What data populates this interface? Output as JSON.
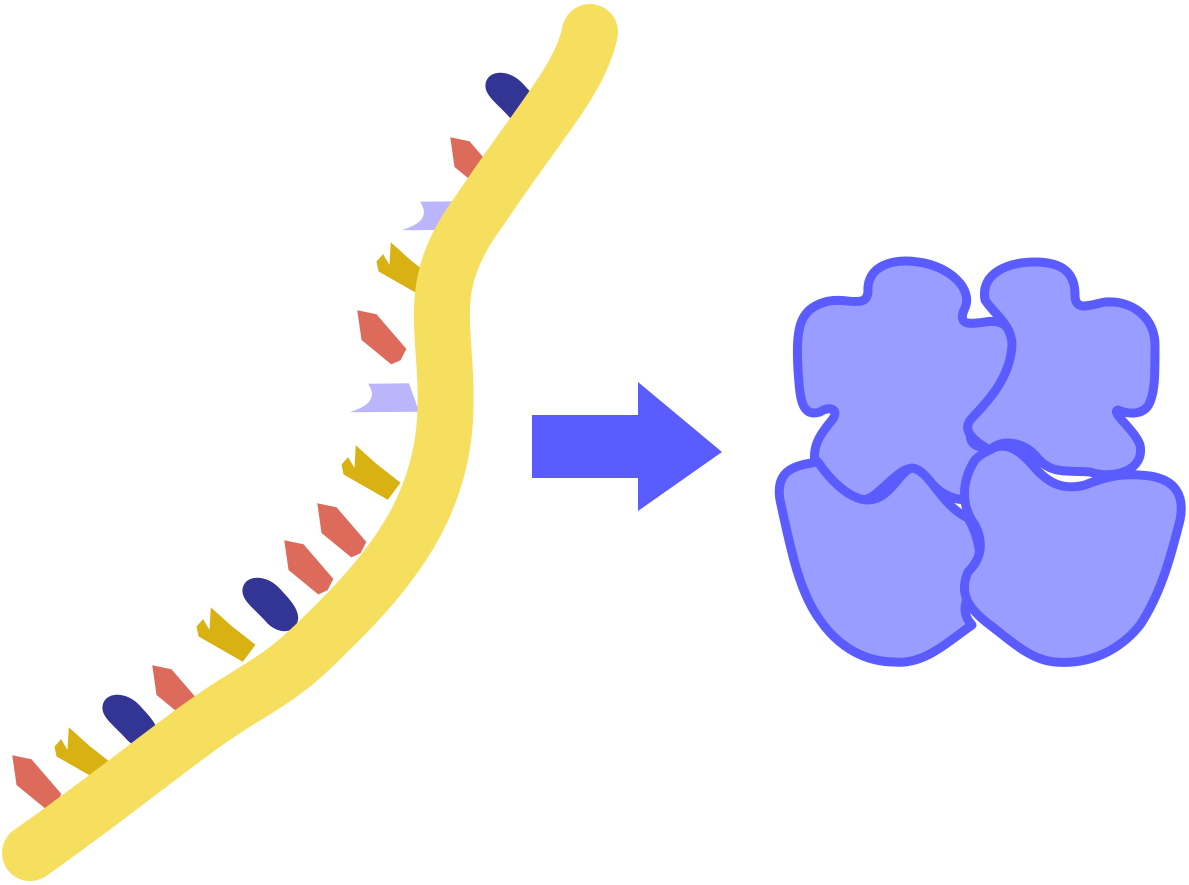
{
  "diagram": {
    "strand": {
      "backbone_color": "#f6df5e",
      "base_colors": {
        "red": "#dd6b5c",
        "yellow": "#d8b112",
        "navy": "#333594",
        "lavender": "#bbb6fb"
      },
      "base_sequence": [
        "red",
        "yellow",
        "navy",
        "red",
        "yellow",
        "navy",
        "red",
        "red",
        "yellow",
        "lavender",
        "red",
        "yellow",
        "lavender",
        "red",
        "navy"
      ]
    },
    "arrow": {
      "color": "#5a5cff",
      "icon": "right-arrow-icon"
    },
    "protein": {
      "fill": "#999dff",
      "stroke": "#5a5cff",
      "subunit_count": 4
    }
  }
}
